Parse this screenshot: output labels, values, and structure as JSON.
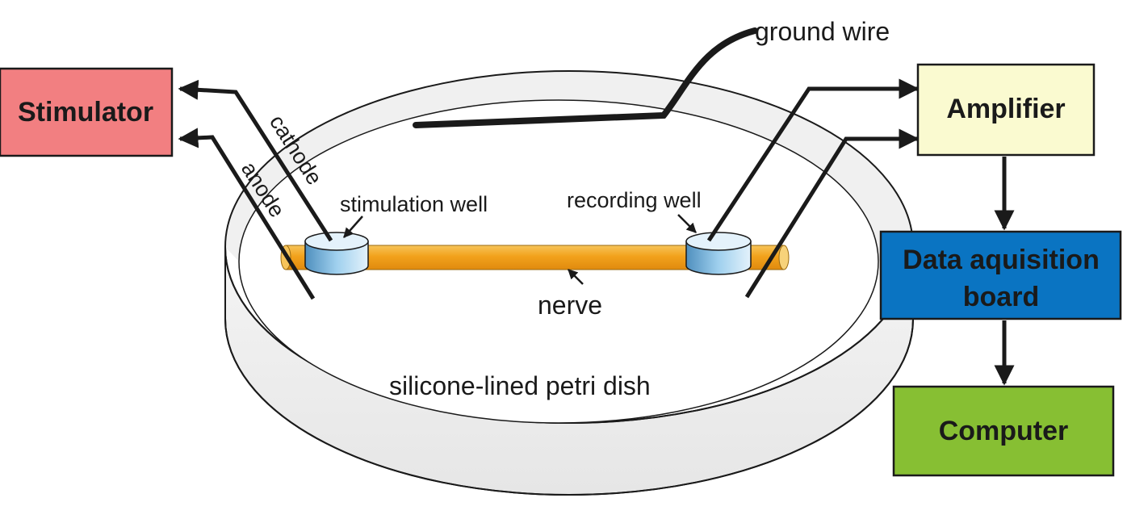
{
  "colors": {
    "stimulator": "#f27f81",
    "amplifier": "#fafad0",
    "daq": "#0a74c2",
    "computer": "#87bf33",
    "nerve": "#f2a21c",
    "well": "#8ac2e6",
    "dish_fill": "#eeeeee",
    "line": "#1a1a1a"
  },
  "boxes": {
    "stimulator": "Stimulator",
    "amplifier": "Amplifier",
    "daq_line1": "Data aquisition",
    "daq_line2": "board",
    "computer": "Computer"
  },
  "labels": {
    "ground_wire": "ground wire",
    "cathode": "cathode",
    "anode": "anode",
    "stimulation_well": "stimulation well",
    "recording_well": "recording well",
    "nerve": "nerve",
    "dish": "silicone-lined petri dish"
  }
}
